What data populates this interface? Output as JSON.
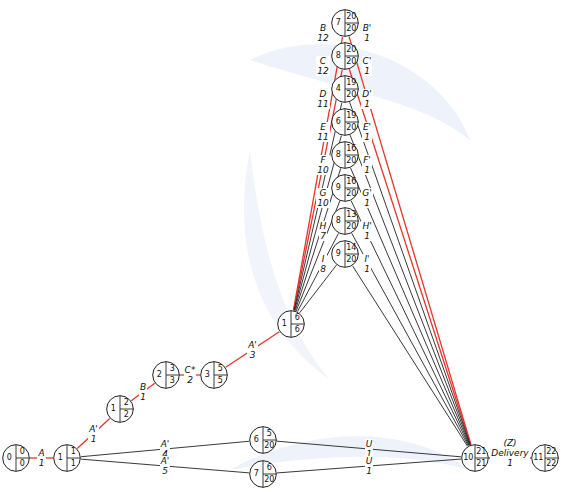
{
  "diagram": {
    "nodes": [
      {
        "text": [
          "0",
          "0",
          "0"
        ]
      },
      {
        "text": [
          "1",
          "1",
          "1"
        ]
      },
      {
        "text": [
          "1",
          "2",
          "2"
        ]
      },
      {
        "text": [
          "2",
          "3",
          "3"
        ]
      },
      {
        "text": [
          "3",
          "5",
          "5"
        ]
      },
      {
        "text": [
          "1",
          "6",
          "6"
        ]
      },
      {
        "text": [
          "7",
          "20",
          "20"
        ]
      },
      {
        "text": [
          "8",
          "20",
          "20"
        ]
      },
      {
        "text": [
          "4",
          "19",
          "20"
        ]
      },
      {
        "text": [
          "6",
          "19",
          "20"
        ]
      },
      {
        "text": [
          "8",
          "16",
          "20"
        ]
      },
      {
        "text": [
          "9",
          "16",
          "20"
        ]
      },
      {
        "text": [
          "8",
          "13",
          "20"
        ]
      },
      {
        "text": [
          "9",
          "14",
          "20"
        ]
      },
      {
        "text": [
          "6",
          "5",
          "20"
        ]
      },
      {
        "text": [
          "7",
          "6",
          "20"
        ]
      },
      {
        "text": [
          "10",
          "21",
          "21"
        ]
      },
      {
        "text": [
          "11",
          "22",
          "22"
        ]
      }
    ],
    "edges": [
      {
        "from": 0,
        "to": 1,
        "arrow": "none",
        "label": "A 1"
      },
      {
        "from": 1,
        "to": 2,
        "arrow": "none",
        "label": "A' 1"
      },
      {
        "from": 2,
        "to": 3,
        "arrow": "none",
        "label": "B 1"
      },
      {
        "from": 3,
        "to": 4,
        "arrow": "none",
        "label": "C* 2"
      },
      {
        "from": 4,
        "to": 5,
        "arrow": "none",
        "label": "A' 3"
      },
      {
        "from": 5,
        "to": 6,
        "arrow": "none",
        "label": "B 12"
      },
      {
        "from": 5,
        "to": 7,
        "arrow": "none",
        "label": "C 12"
      },
      {
        "from": 5,
        "to": 8,
        "arrow": "none",
        "label": "D 11"
      },
      {
        "from": 5,
        "to": 9,
        "arrow": "none",
        "label": "E 11"
      },
      {
        "from": 5,
        "to": 10,
        "arrow": "none",
        "label": "F 10"
      },
      {
        "from": 5,
        "to": 11,
        "arrow": "none",
        "label": "G 10"
      },
      {
        "from": 5,
        "to": 12,
        "arrow": "none",
        "label": "H 7"
      },
      {
        "from": 5,
        "to": 13,
        "arrow": "none",
        "label": "I 8"
      },
      {
        "from": 6,
        "to": 16,
        "arrow": "none",
        "label": "B' 1"
      },
      {
        "from": 7,
        "to": 16,
        "arrow": "none",
        "label": "C' 1"
      },
      {
        "from": 8,
        "to": 16,
        "arrow": "none",
        "label": "D' 1"
      },
      {
        "from": 9,
        "to": 16,
        "arrow": "none",
        "label": "E' 1"
      },
      {
        "from": 10,
        "to": 16,
        "arrow": "none",
        "label": "F' 1"
      },
      {
        "from": 11,
        "to": 16,
        "arrow": "none",
        "label": "G' 1"
      },
      {
        "from": 12,
        "to": 16,
        "arrow": "none",
        "label": "H' 1"
      },
      {
        "from": 13,
        "to": 16,
        "arrow": "none",
        "label": "I' 1"
      },
      {
        "from": 1,
        "to": 14,
        "arrow": "none",
        "label": "A' 4"
      },
      {
        "from": 1,
        "to": 15,
        "arrow": "none",
        "label": "A' 5"
      },
      {
        "from": 14,
        "to": 16,
        "arrow": "none",
        "label": "U 1"
      },
      {
        "from": 15,
        "to": 16,
        "arrow": "none",
        "label": "U 1"
      },
      {
        "from": 16,
        "to": 17,
        "arrow": "none",
        "label": "(Z) Delivery 1"
      }
    ]
  }
}
